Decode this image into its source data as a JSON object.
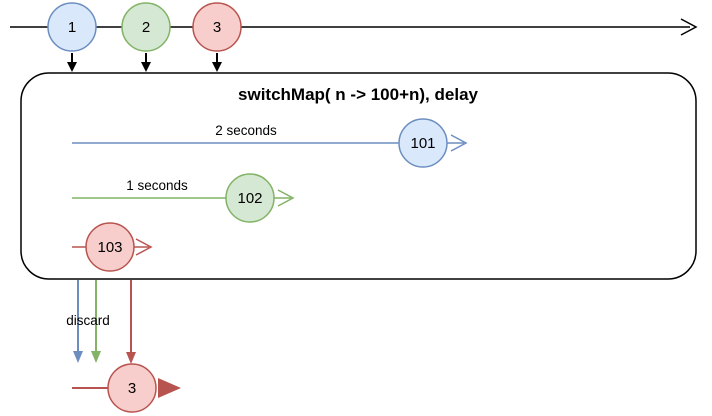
{
  "diagram": {
    "source": {
      "marbles": [
        {
          "value": "1",
          "color": "blue"
        },
        {
          "value": "2",
          "color": "green"
        },
        {
          "value": "3",
          "color": "red"
        }
      ]
    },
    "operator": {
      "title": "switchMap( n -> 100+n), delay"
    },
    "inner_timelines": [
      {
        "duration_label": "2 seconds",
        "marble": "101",
        "color": "blue"
      },
      {
        "duration_label": "1 seconds",
        "marble": "102",
        "color": "green"
      },
      {
        "duration_label": "",
        "marble": "103",
        "color": "red"
      }
    ],
    "discard": {
      "label": "discard"
    },
    "output": {
      "marble": "3",
      "color": "red"
    }
  },
  "colors": {
    "blue": {
      "fill": "#dae8fc",
      "stroke": "#6c8ebf"
    },
    "green": {
      "fill": "#d5e8d4",
      "stroke": "#82b366"
    },
    "red": {
      "fill": "#f8cecc",
      "stroke": "#b85450"
    },
    "black": "#000000",
    "box_fill": "#ffffff"
  }
}
